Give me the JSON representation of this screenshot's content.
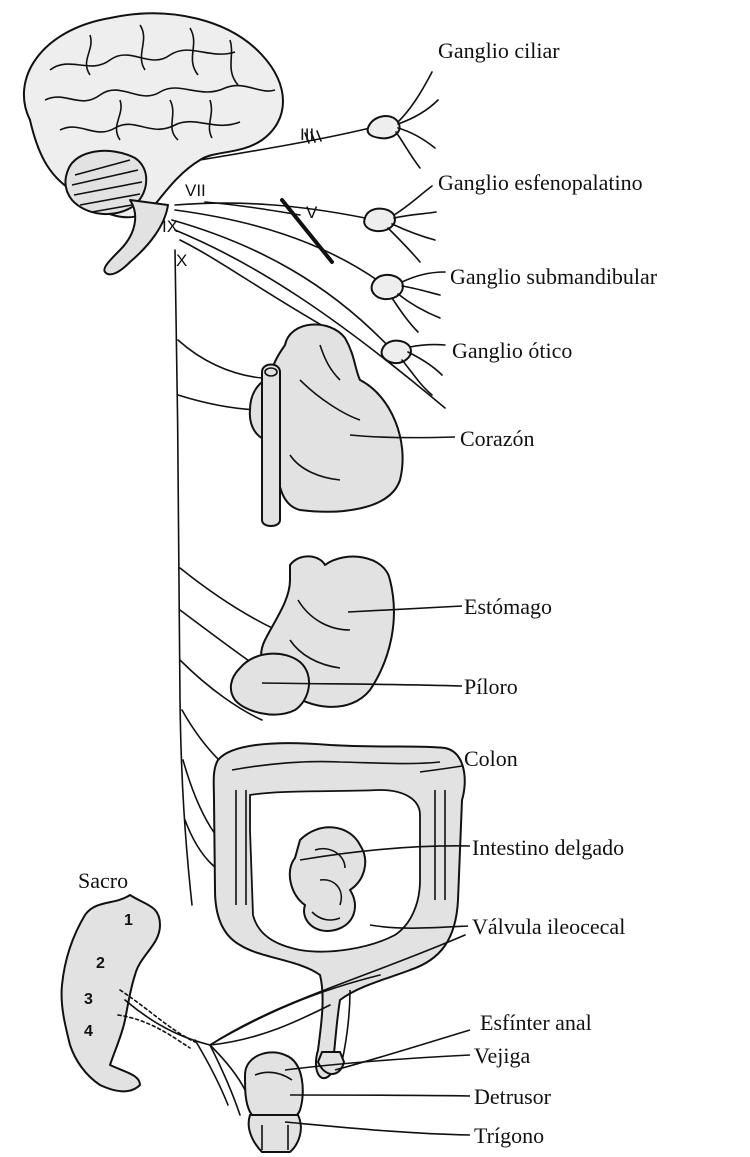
{
  "labels": {
    "ganglio_ciliar": "Ganglio ciliar",
    "ganglio_esfenopalatino": "Ganglio esfenopalatino",
    "ganglio_submandibular": "Ganglio submandibular",
    "ganglio_otico": "Ganglio ótico",
    "corazon": "Corazón",
    "estomago": "Estómago",
    "piloro": "Píloro",
    "colon": "Colon",
    "intestino_delgado": "Intestino delgado",
    "valvula_ileocecal": "Válvula ileocecal",
    "sacro": "Sacro",
    "esfinter_anal": "Esfínter anal",
    "vejiga": "Vejiga",
    "detrusor": "Detrusor",
    "trigono": "Trígono"
  },
  "cranial_nerves": {
    "iii": "III",
    "v": "V",
    "vii": "VII",
    "ix": "IX",
    "x": "X"
  },
  "sacral_segments": [
    "1",
    "2",
    "3",
    "4"
  ]
}
